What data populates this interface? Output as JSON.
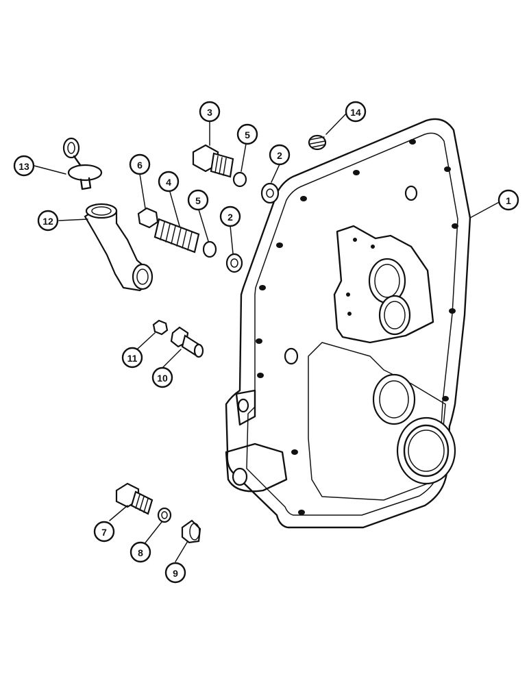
{
  "diagram": {
    "callouts": [
      {
        "id": "c1",
        "label": "1"
      },
      {
        "id": "c2a",
        "label": "2"
      },
      {
        "id": "c2b",
        "label": "2"
      },
      {
        "id": "c3",
        "label": "3"
      },
      {
        "id": "c4",
        "label": "4"
      },
      {
        "id": "c5a",
        "label": "5"
      },
      {
        "id": "c5b",
        "label": "5"
      },
      {
        "id": "c6",
        "label": "6"
      },
      {
        "id": "c7",
        "label": "7"
      },
      {
        "id": "c8",
        "label": "8"
      },
      {
        "id": "c9",
        "label": "9"
      },
      {
        "id": "c10",
        "label": "10"
      },
      {
        "id": "c11",
        "label": "11"
      },
      {
        "id": "c12",
        "label": "12"
      },
      {
        "id": "c13",
        "label": "13"
      },
      {
        "id": "c14",
        "label": "14"
      }
    ]
  }
}
